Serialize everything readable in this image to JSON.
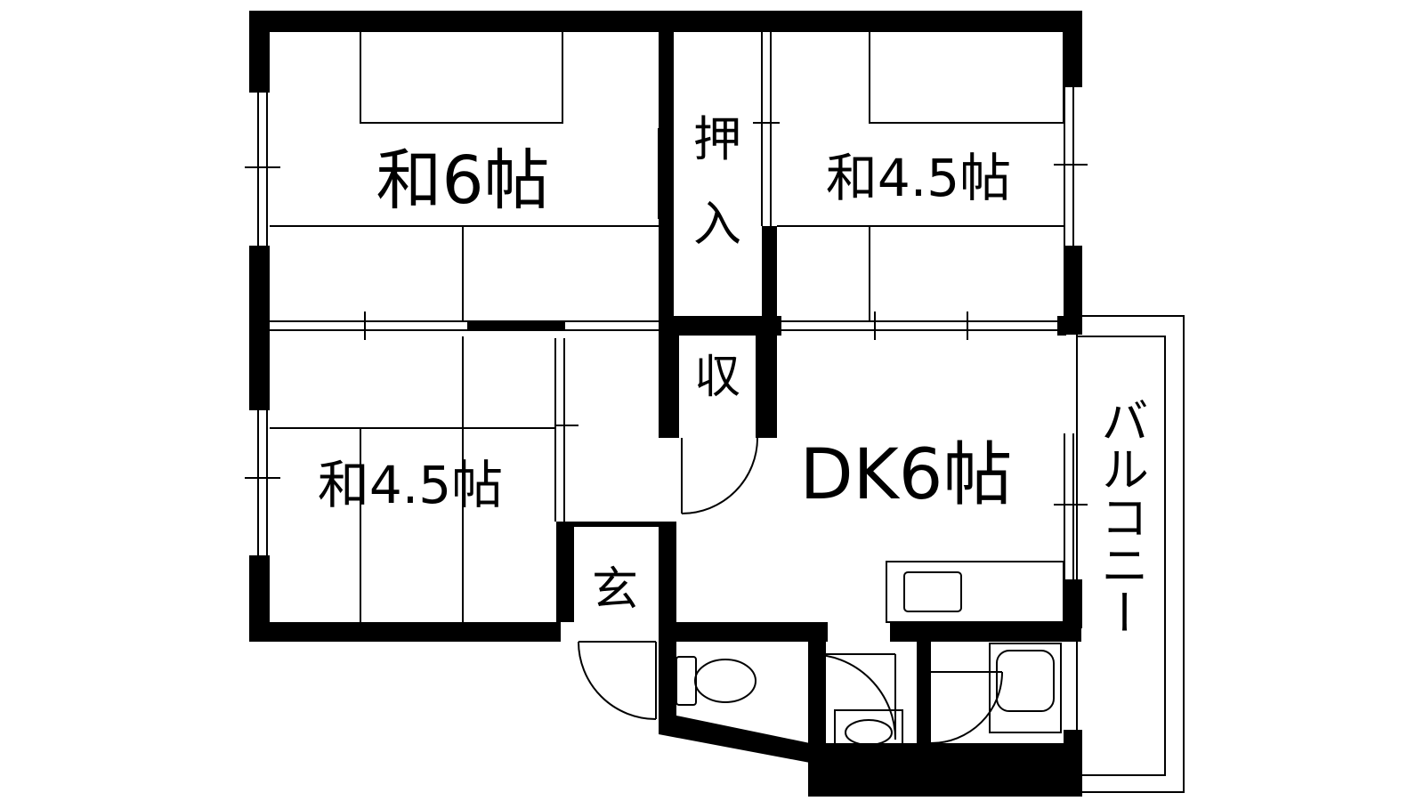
{
  "floor_plan": {
    "rooms": {
      "washitsu_6": "和6帖",
      "oshiire": "押入",
      "washitsu_45_upper": "和4.5帖",
      "washitsu_45_lower": "和4.5帖",
      "shuno": "収",
      "dk": "DK6帖",
      "genkan": "玄",
      "balcony": "バルコニー"
    },
    "fixtures": [
      "toilet",
      "washbasin",
      "bathtub",
      "kitchen-sink"
    ],
    "colors": {
      "wall": "#000000",
      "line": "#000000",
      "background": "#ffffff"
    }
  }
}
